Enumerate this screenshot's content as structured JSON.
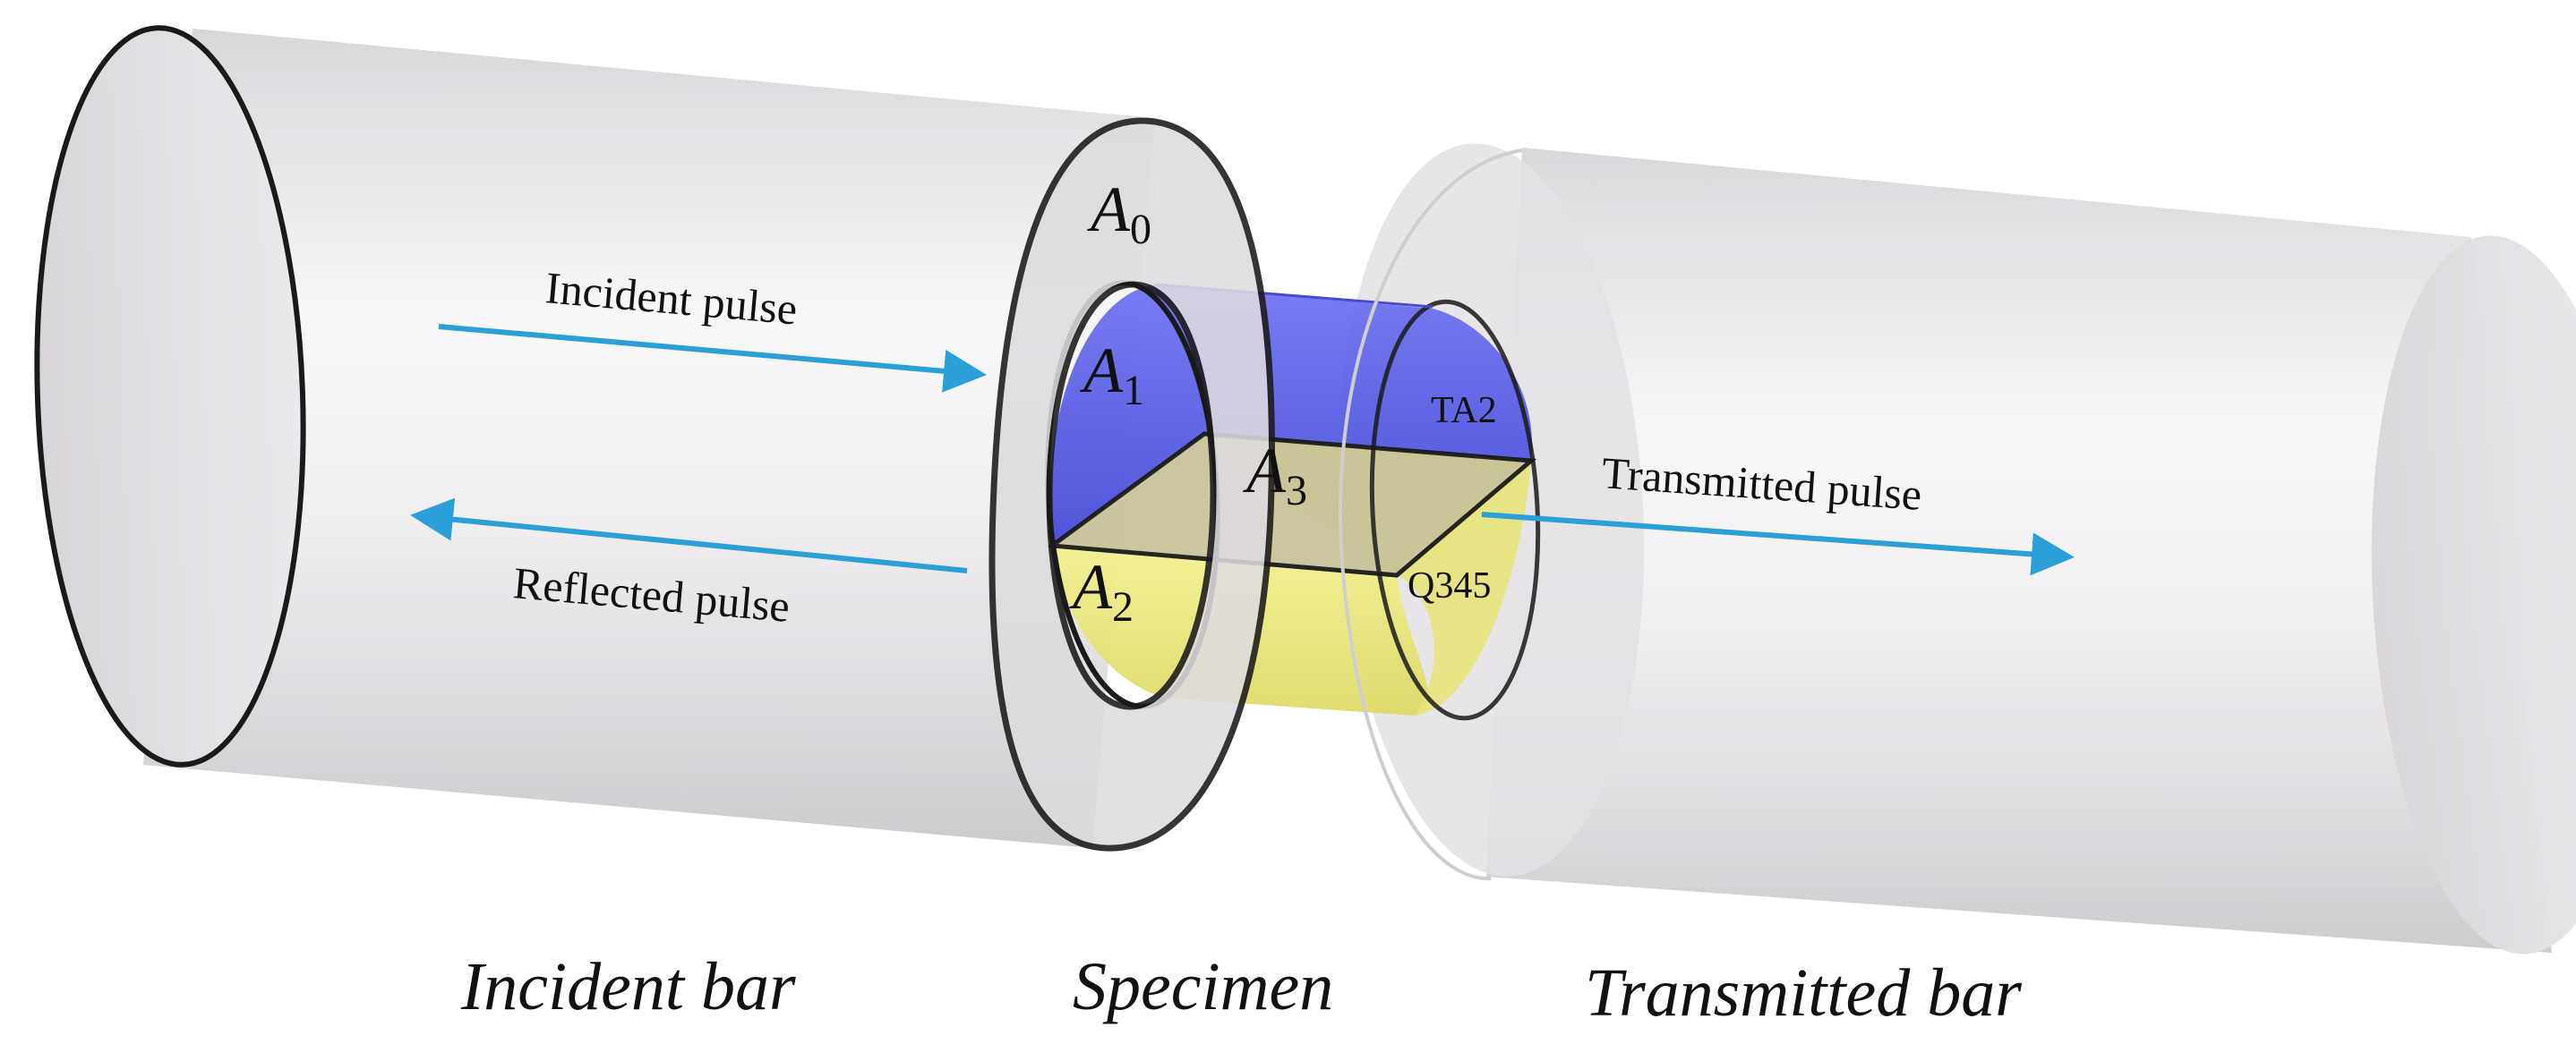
{
  "labels": {
    "incident_pulse": "Incident pulse",
    "reflected_pulse": "Reflected pulse",
    "transmitted_pulse": "Transmitted pulse",
    "material_top": "TA2",
    "material_bottom": "Q345"
  },
  "areas": {
    "a0": {
      "letter": "A",
      "sub": "0"
    },
    "a1": {
      "letter": "A",
      "sub": "1"
    },
    "a2": {
      "letter": "A",
      "sub": "2"
    },
    "a3": {
      "letter": "A",
      "sub": "3"
    }
  },
  "captions": {
    "incident_bar": "Incident bar",
    "specimen": "Specimen",
    "transmitted_bar": "Transmitted bar"
  },
  "colors": {
    "bar_fill": "#e8e6e9",
    "outline": "#1a1a1a",
    "arrow": "#2a9fd8",
    "ta2": "#5a5ee8",
    "q345": "#ecea7a",
    "section": "#c9c39b"
  }
}
